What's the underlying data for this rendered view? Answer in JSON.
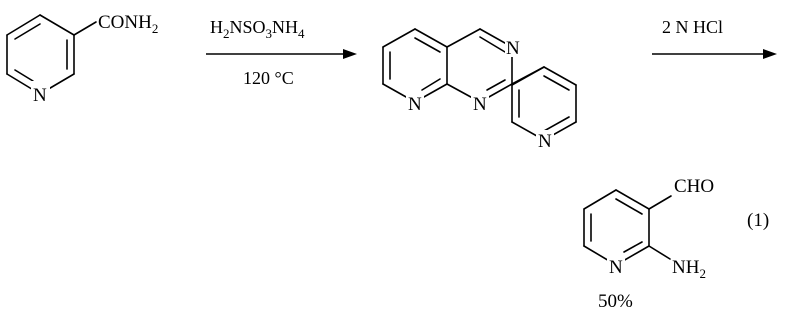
{
  "reactant": {
    "group": "CONH",
    "group_sub": "2",
    "ring_n": "N"
  },
  "step1": {
    "reagent_h": "H",
    "reagent_sub1": "2",
    "reagent_nso": "NSO",
    "reagent_sub2": "3",
    "reagent_nh": "NH",
    "reagent_sub3": "4",
    "condition": "120 °C"
  },
  "intermediate": {
    "n_top": "N",
    "n_left": "N",
    "n_mid": "N",
    "n_pyridyl": "N"
  },
  "step2": {
    "reagent": "2 N HCl"
  },
  "product": {
    "group_top": "CHO",
    "ring_n": "N",
    "group_nh": "NH",
    "group_sub": "2",
    "yield": "50%",
    "equation_number": "(1)"
  }
}
